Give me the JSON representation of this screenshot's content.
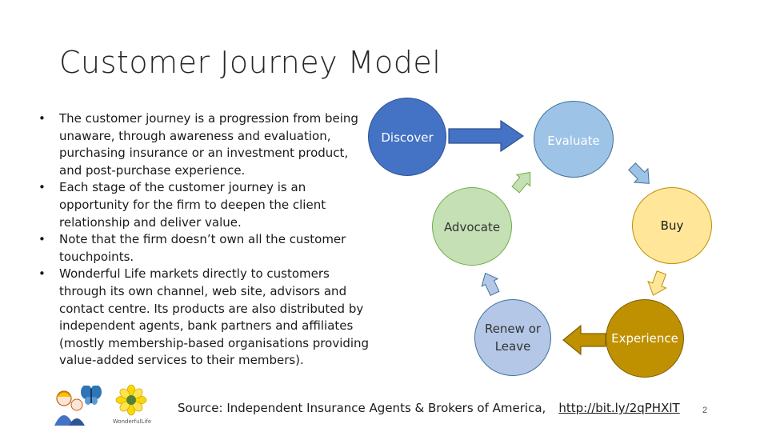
{
  "slide": {
    "title": "Customer Journey Model",
    "bullets": [
      "The customer journey is a progression from being unaware, through awareness and evaluation, purchasing insurance or an investment product, and post-purchase experience.",
      "Each stage of the customer journey is an opportunity for the firm to deepen the client relationship and deliver value.",
      "Note that the firm doesn’t own all the customer touchpoints.",
      "Wonderful Life markets directly to customers through its own channel, web site, advisors and contact centre. Its products are also distributed by independent agents, bank partners and affiliates (mostly membership-based organisations providing value-added services to their members)."
    ],
    "source_text": "Source: Independent Insurance Agents & Brokers of America,",
    "source_link": "http://bit.ly/2qPHXlT",
    "page_number": "2"
  },
  "diagram": {
    "nodes": [
      {
        "id": "discover",
        "label_lines": [
          "Discover"
        ],
        "color": "#4472C4"
      },
      {
        "id": "evaluate",
        "label_lines": [
          "Evaluate"
        ],
        "color": "#9DC3E6"
      },
      {
        "id": "buy",
        "label_lines": [
          "Buy"
        ],
        "color": "#FFE699"
      },
      {
        "id": "experience",
        "label_lines": [
          "Experience"
        ],
        "color": "#BF9000"
      },
      {
        "id": "renew",
        "label_lines": [
          "Renew or",
          "Leave"
        ],
        "color": "#B4C7E7"
      },
      {
        "id": "advocate",
        "label_lines": [
          "Advocate"
        ],
        "color": "#C5E0B4"
      }
    ],
    "arrow_colors": {
      "discover_evaluate": "#4472C4",
      "evaluate_buy": "#9DC3E6",
      "buy_experience": "#FFE699",
      "experience_renew": "#BF9000",
      "renew_advocate": "#B4C7E7",
      "advocate_evaluate": "#C5E0B4"
    }
  },
  "logos": {
    "left": "family-figures-butterfly-logo",
    "right": "sunflower-logo",
    "right_caption": "WonderfulLife"
  }
}
